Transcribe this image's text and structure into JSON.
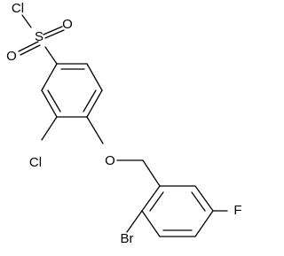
{
  "molecule": {
    "atoms": {
      "cl_sulfonyl": "Cl",
      "s": "S",
      "o_top": "O",
      "o_bottom": "O",
      "cl_ring": "Cl",
      "o_ether": "O",
      "br": "Br",
      "f": "F"
    }
  }
}
